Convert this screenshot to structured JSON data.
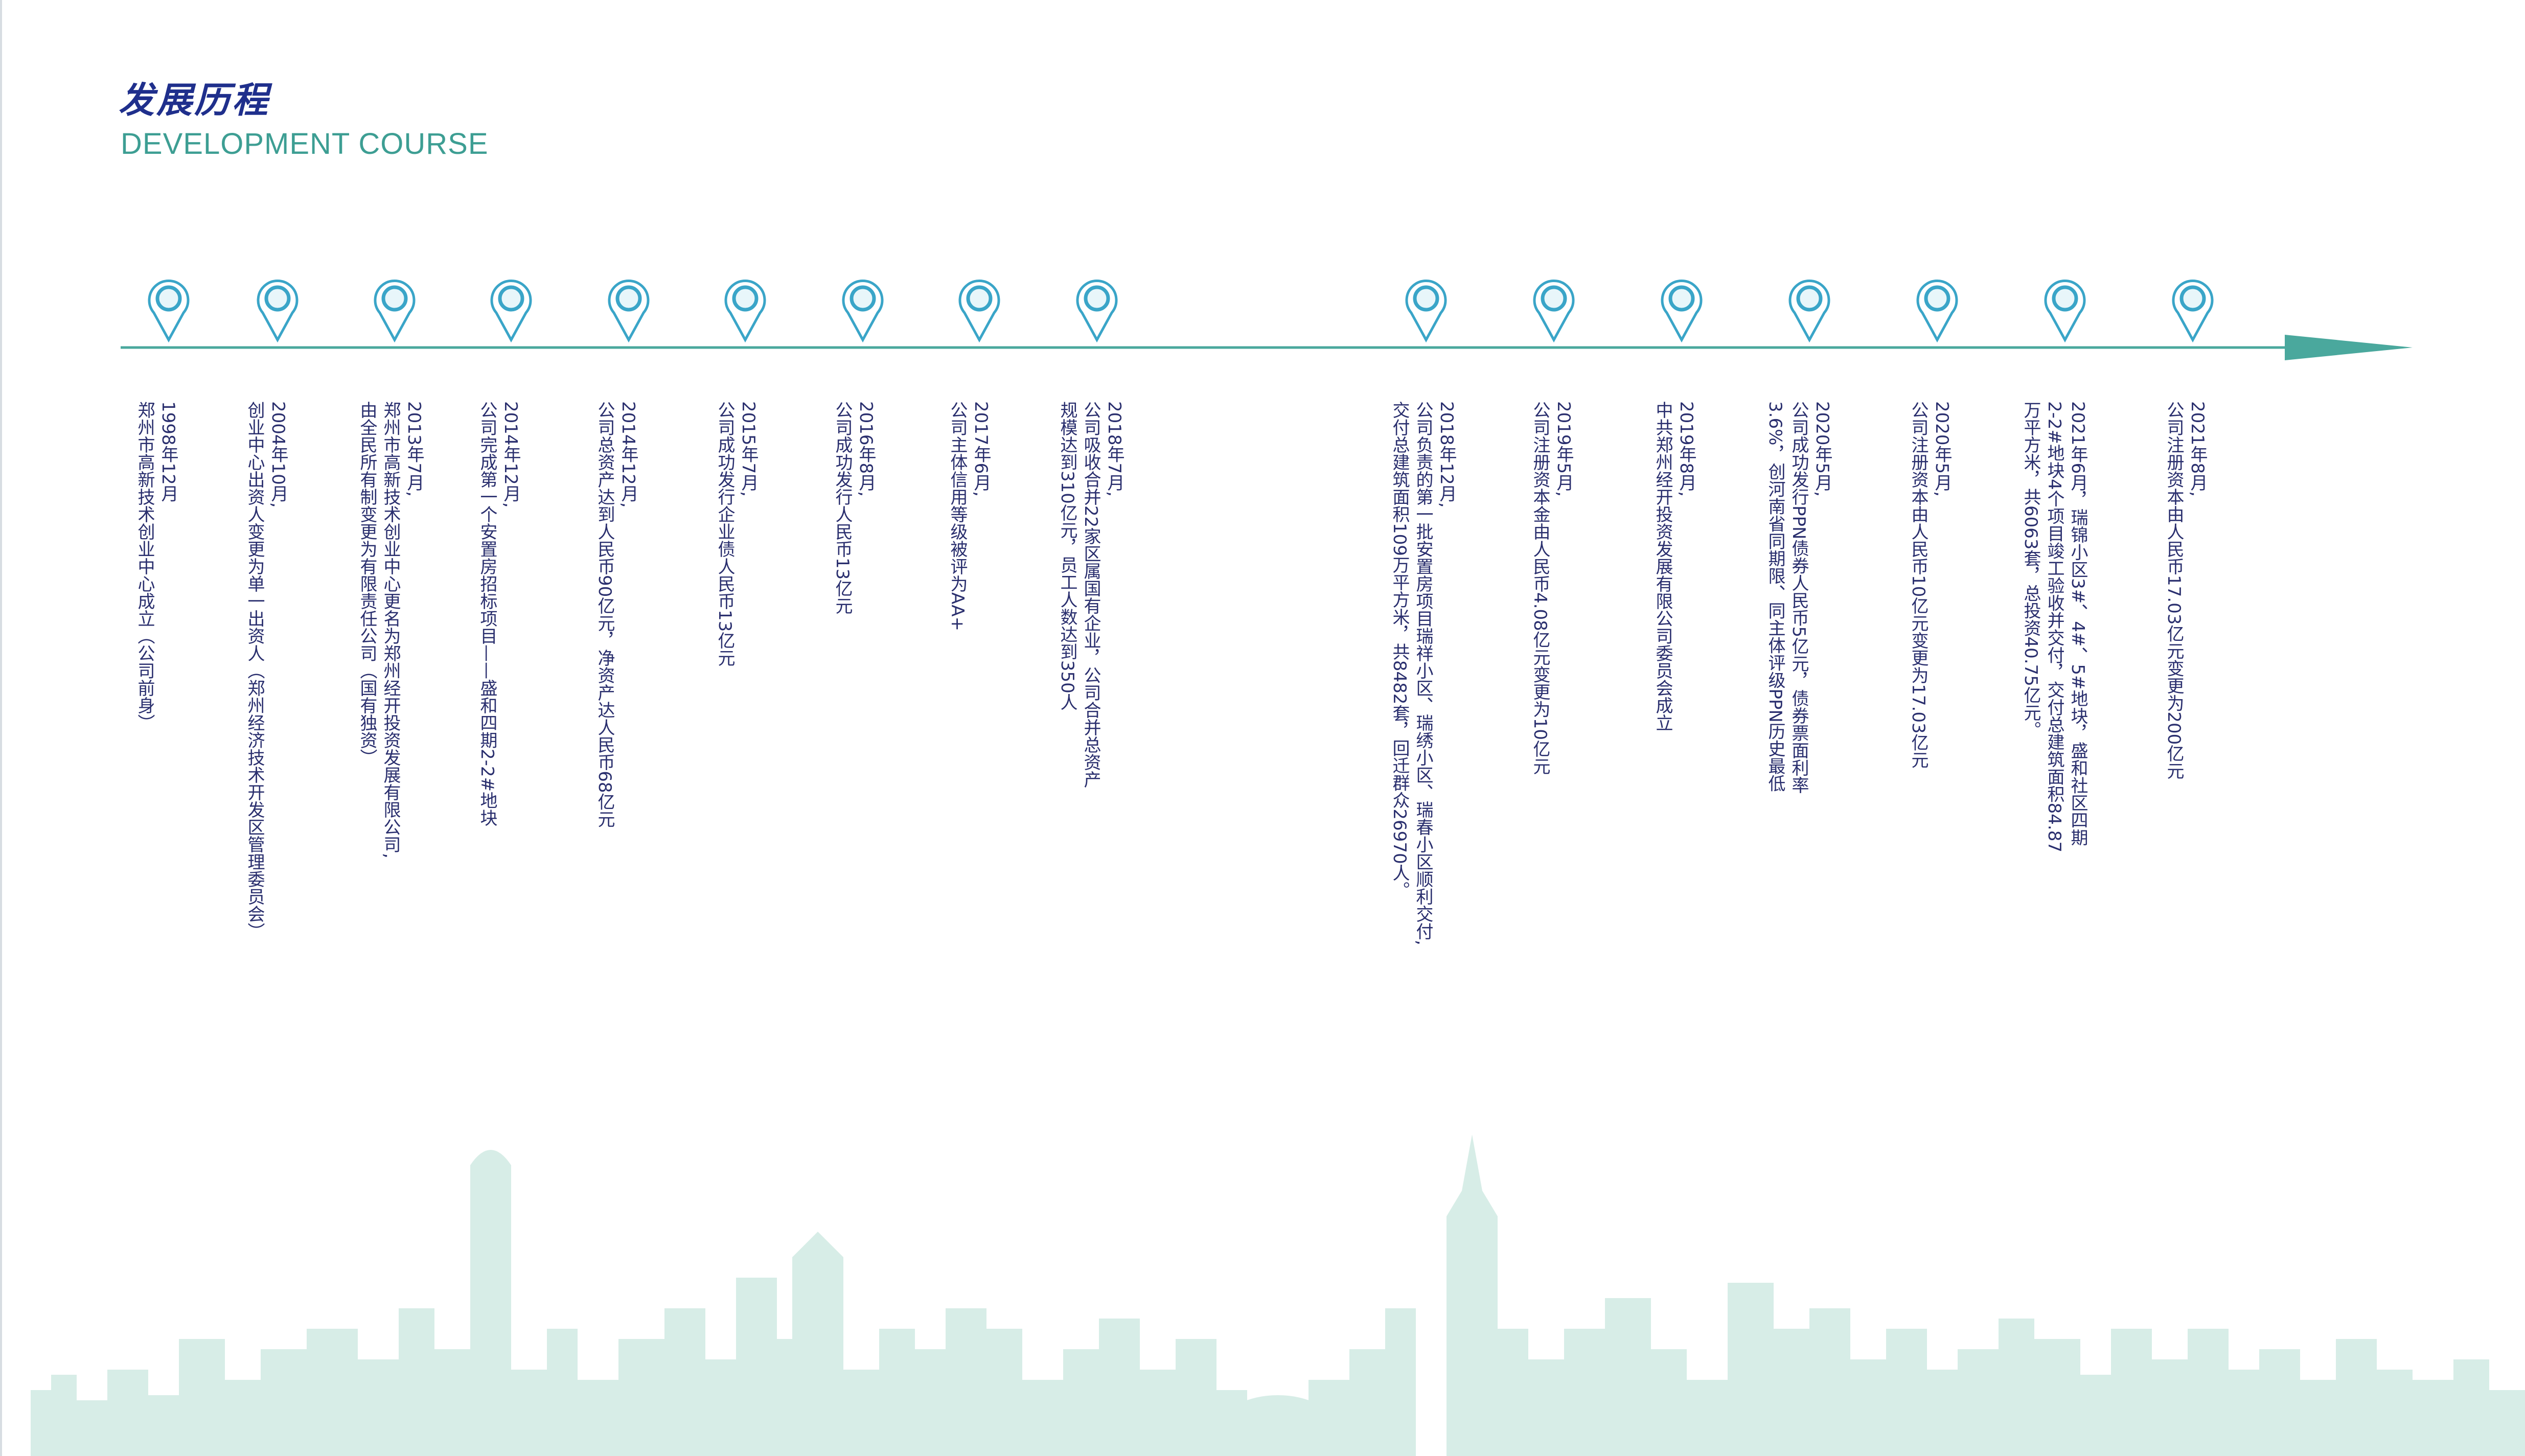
{
  "header": {
    "title_zh": "发展历程",
    "title_en": "DEVELOPMENT COURSE"
  },
  "colors": {
    "axis": "#4aa89d",
    "pin": "#3aa5c8",
    "text": "#2a2f6e",
    "skyline": "#d4ebe5"
  },
  "events": [
    {
      "text": "1998年12月\n郑州市高新技术创业中心成立（公司前身）"
    },
    {
      "text": "2004年10月,\n创业中心出资人变更为单一出资人（郑州经济技术开发区管理委员会）"
    },
    {
      "text": "2013年7月,\n郑州市高新技术创业中心更名为郑州经开投资发展有限公司,\n由全民所有制变更为有限责任公司（国有独资）"
    },
    {
      "text": "2014年12月,\n公司完成第一个安置房招标项目——盛和四期2-2#地块"
    },
    {
      "text": "2014年12月,\n公司总资产达到人民币90亿元，净资产达人民币68亿元"
    },
    {
      "text": "2015年7月,\n公司成功发行企业债人民币13亿元"
    },
    {
      "text": "2016年8月,\n公司成功发行人民币13亿元"
    },
    {
      "text": "2017年6月,\n公司主体信用等级被评为AA+"
    },
    {
      "text": "2018年7月,\n公司吸收合并22家区属国有企业，公司合并总资产\n规模达到310亿元，员工人数达到350人"
    },
    {
      "text": "2018年12月,\n公司负责的第一批安置房项目瑞祥小区、瑞绣小区、瑞春小区顺利交付,\n交付总建筑面积109万平方米，共8482套，回迁群众26970人。"
    },
    {
      "text": "2019年5月,\n公司注册资本金由人民币4.08亿元变更为10亿元"
    },
    {
      "text": "2019年8月,\n中共郑州经开投资发展有限公司委员会成立"
    },
    {
      "text": "2020年5月,\n公司成功发行PPN债券人民币5亿元，债券票面利率\n3.6%，创河南省同期限、同主体评级PPN历史最低"
    },
    {
      "text": "2020年5月,\n公司注册资本由人民币10亿元变更为17.03亿元"
    },
    {
      "text": "2021年6月，瑞锦小区3#、4#、5#地块，盛和社区四期\n2-2#地块4个项目竣工验收并交付，交付总建筑面积84.87\n万平方米，共6063套，总投资40.75亿元。"
    },
    {
      "text": "2021年8月,\n公司注册资本由人民币17.03亿元变更为200亿元"
    }
  ]
}
